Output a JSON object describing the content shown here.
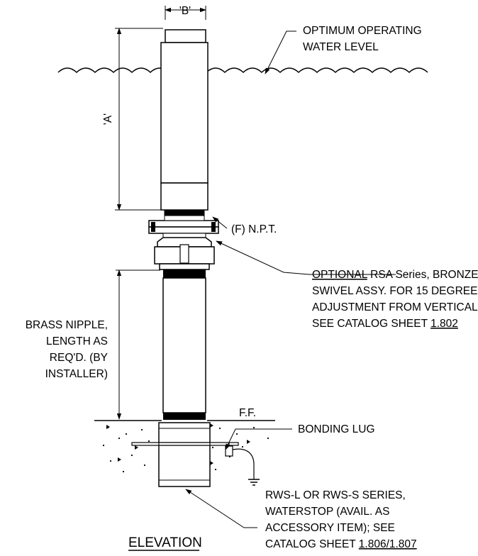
{
  "labels": {
    "dim_b": "'B'",
    "dim_a": "'A'",
    "water_level_line1": "OPTIMUM OPERATING",
    "water_level_line2": "WATER LEVEL",
    "npt": "(F) N.P.T.",
    "swivel_line1_underlined": "OPTIONAL",
    "swivel_line1_rest": " RSA Series, BRONZE",
    "swivel_line2": "SWIVEL ASSY. FOR 15 DEGREE",
    "swivel_line3": "ADJUSTMENT FROM VERTICAL",
    "swivel_line4_prefix": "SEE CATALOG SHEET ",
    "swivel_line4_ref": "1.802",
    "nipple_line1": "BRASS NIPPLE,",
    "nipple_line2": "LENGTH AS",
    "nipple_line3": "REQ'D. (BY",
    "nipple_line4": "INSTALLER)",
    "finished_floor": "F.F.",
    "bonding_lug": "BONDING LUG",
    "waterstop_line1": "RWS-L OR RWS-S SERIES,",
    "waterstop_line2": "WATERSTOP (AVAIL. AS",
    "waterstop_line3": "ACCESSORY ITEM); SEE",
    "waterstop_line4_prefix": "CATALOG SHEET ",
    "waterstop_line4_ref": "1.806/1.807",
    "view_title": "ELEVATION"
  },
  "colors": {
    "line": "#000000",
    "background": "#ffffff"
  }
}
